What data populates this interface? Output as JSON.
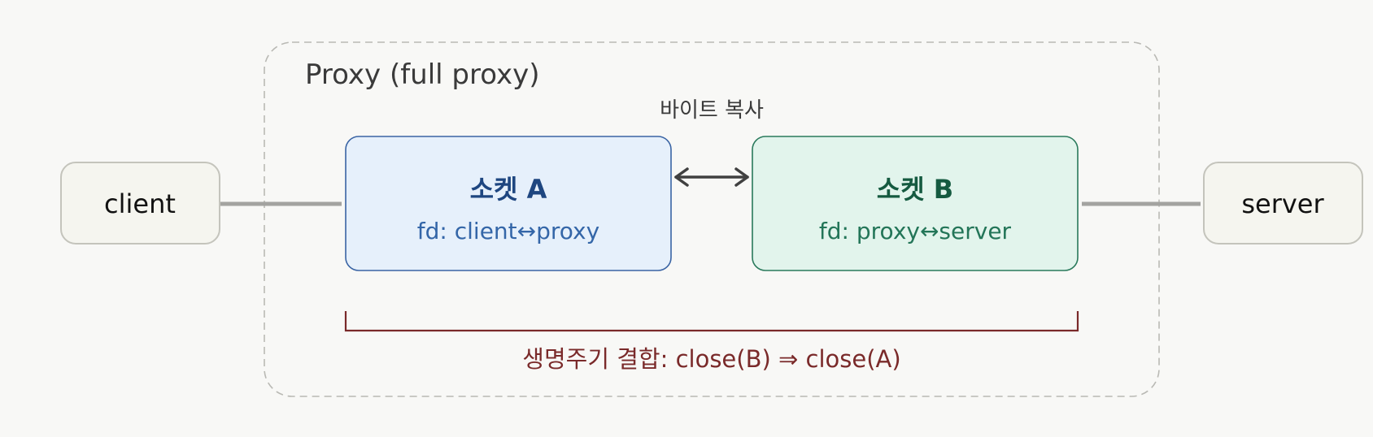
{
  "proxy_group": {
    "title": "Proxy (full proxy)"
  },
  "copy_label": "바이트 복사",
  "client": {
    "label": "client"
  },
  "server": {
    "label": "server"
  },
  "socket_a": {
    "title": "소켓 A",
    "fd": "fd: client↔proxy"
  },
  "socket_b": {
    "title": "소켓 B",
    "fd": "fd: proxy↔server"
  },
  "lifecycle": {
    "label": "생명주기 결합: close(B) ⇒ close(A)"
  },
  "colors": {
    "background": "#f8f8f6",
    "endpoint_fill": "#f5f5ef",
    "endpoint_stroke": "#c4c4bc",
    "socket_a_fill": "#e6f0fb",
    "socket_a_stroke": "#3a64a4",
    "socket_a_title": "#1e4680",
    "socket_a_text": "#3466a8",
    "socket_b_fill": "#e2f4ec",
    "socket_b_stroke": "#2a7a5c",
    "socket_b_title": "#155a40",
    "socket_b_text": "#237558",
    "connector": "#a3a3a0",
    "arrow": "#404040",
    "group_border": "#b9b9b4",
    "lifecycle": "#7a2a2a"
  }
}
